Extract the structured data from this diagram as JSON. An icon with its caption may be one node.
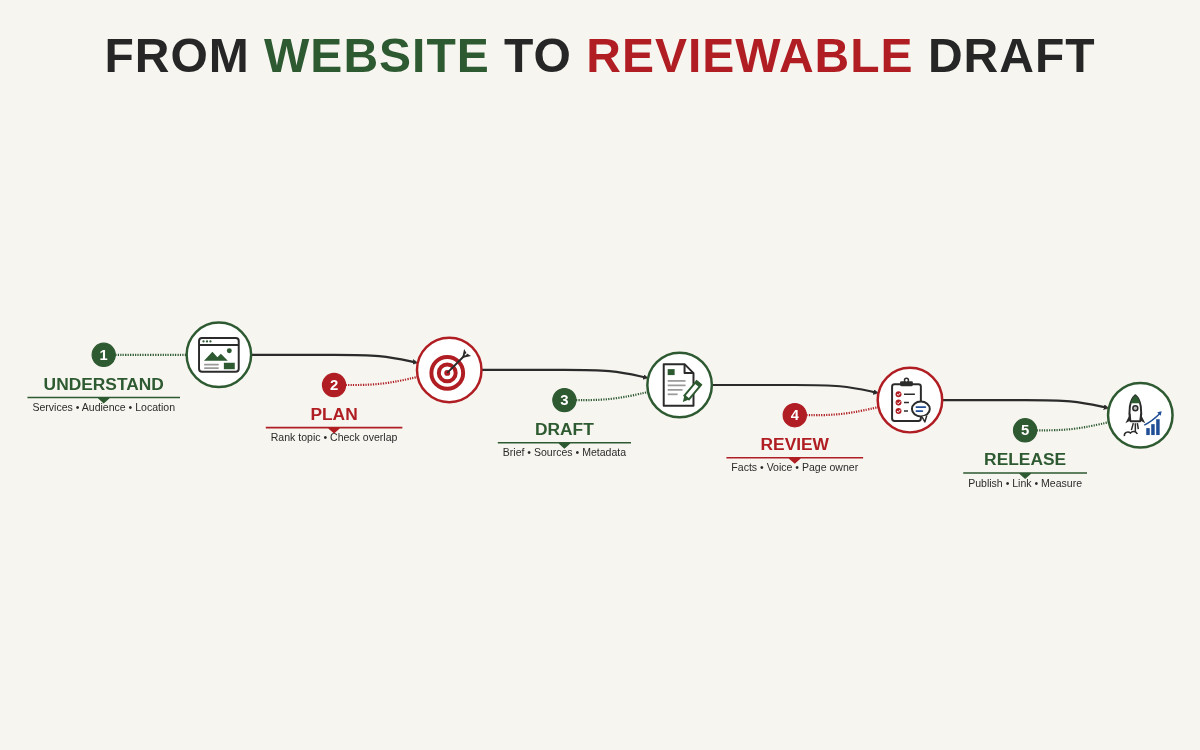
{
  "diagram": {
    "title": "FROM WEBSITE TO REVIEWABLE DRAFT",
    "nodes": [
      {
        "text": [],
        "shape": "circle"
      },
      {
        "text": [],
        "shape": "circle"
      },
      {
        "text": [],
        "shape": "circle"
      },
      {
        "text": [],
        "shape": "circle"
      },
      {
        "text": [],
        "shape": "circle"
      },
      {
        "text": [
          "1"
        ],
        "beside": [
          "UNDERSTAND",
          "Services • Audience • Location"
        ]
      },
      {
        "text": [
          "2"
        ],
        "beside": [
          "PLAN",
          "Rank topic • Check overlap"
        ]
      },
      {
        "text": [
          "3"
        ],
        "beside": [
          "DRAFT",
          "Brief • Sources • Metadata"
        ]
      },
      {
        "text": [
          "4"
        ],
        "beside": [
          "REVIEW",
          "Facts • Voice • Page owner"
        ]
      },
      {
        "text": [
          "5"
        ],
        "beside": [
          "RELEASE",
          "Publish • Link • Measure"
        ]
      }
    ],
    "edges": [
      {
        "from": 0,
        "to": 1,
        "arrow": "to"
      },
      {
        "from": 1,
        "to": 2,
        "arrow": "to"
      },
      {
        "from": 2,
        "to": 3,
        "arrow": "to"
      },
      {
        "from": 3,
        "to": 4,
        "arrow": "to"
      },
      {
        "from": 5,
        "to": 0,
        "arrow": "none",
        "style": "dashed",
        "color": "#2e5a31"
      },
      {
        "from": 6,
        "to": 1,
        "arrow": "none",
        "style": "dashed",
        "color": "#b01e23"
      },
      {
        "from": 7,
        "to": 2,
        "arrow": "none",
        "style": "dashed",
        "color": "#2e5a31"
      },
      {
        "from": 8,
        "to": 3,
        "arrow": "none",
        "style": "dashed",
        "color": "#b01e23"
      },
      {
        "from": 9,
        "to": 4,
        "arrow": "none",
        "style": "dashed",
        "color": "#2e5a31"
      }
    ]
  }
}
